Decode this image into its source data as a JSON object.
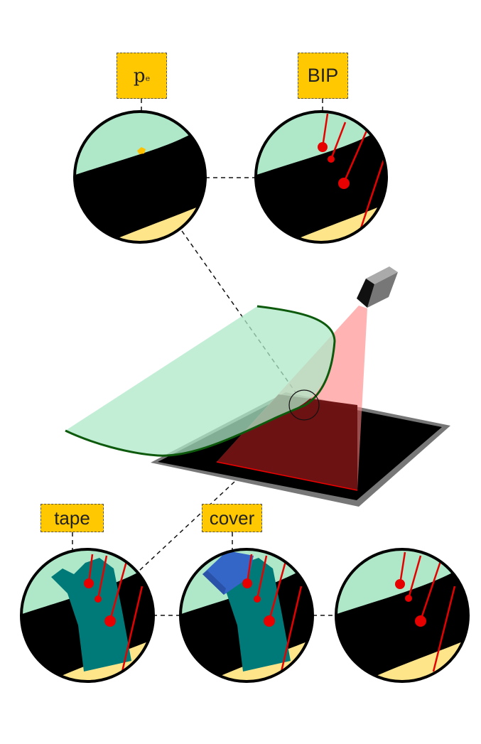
{
  "labels": {
    "pe_main": "p",
    "pe_sub": "e",
    "bip": "BIP",
    "tape": "tape",
    "cover": "cover"
  },
  "colors": {
    "green_zone": "#aee8c8",
    "sensor_zone": "#ffe58a",
    "tape": "#007a78",
    "cover": "#3466c8",
    "pin": "#e60000",
    "projector_light": "#ff8080",
    "label_bg": "#ffc800",
    "edge_curve": "#0d5a0d"
  },
  "icons": {
    "projector": "projector-icon",
    "paper_sheet": "sheet-icon"
  }
}
